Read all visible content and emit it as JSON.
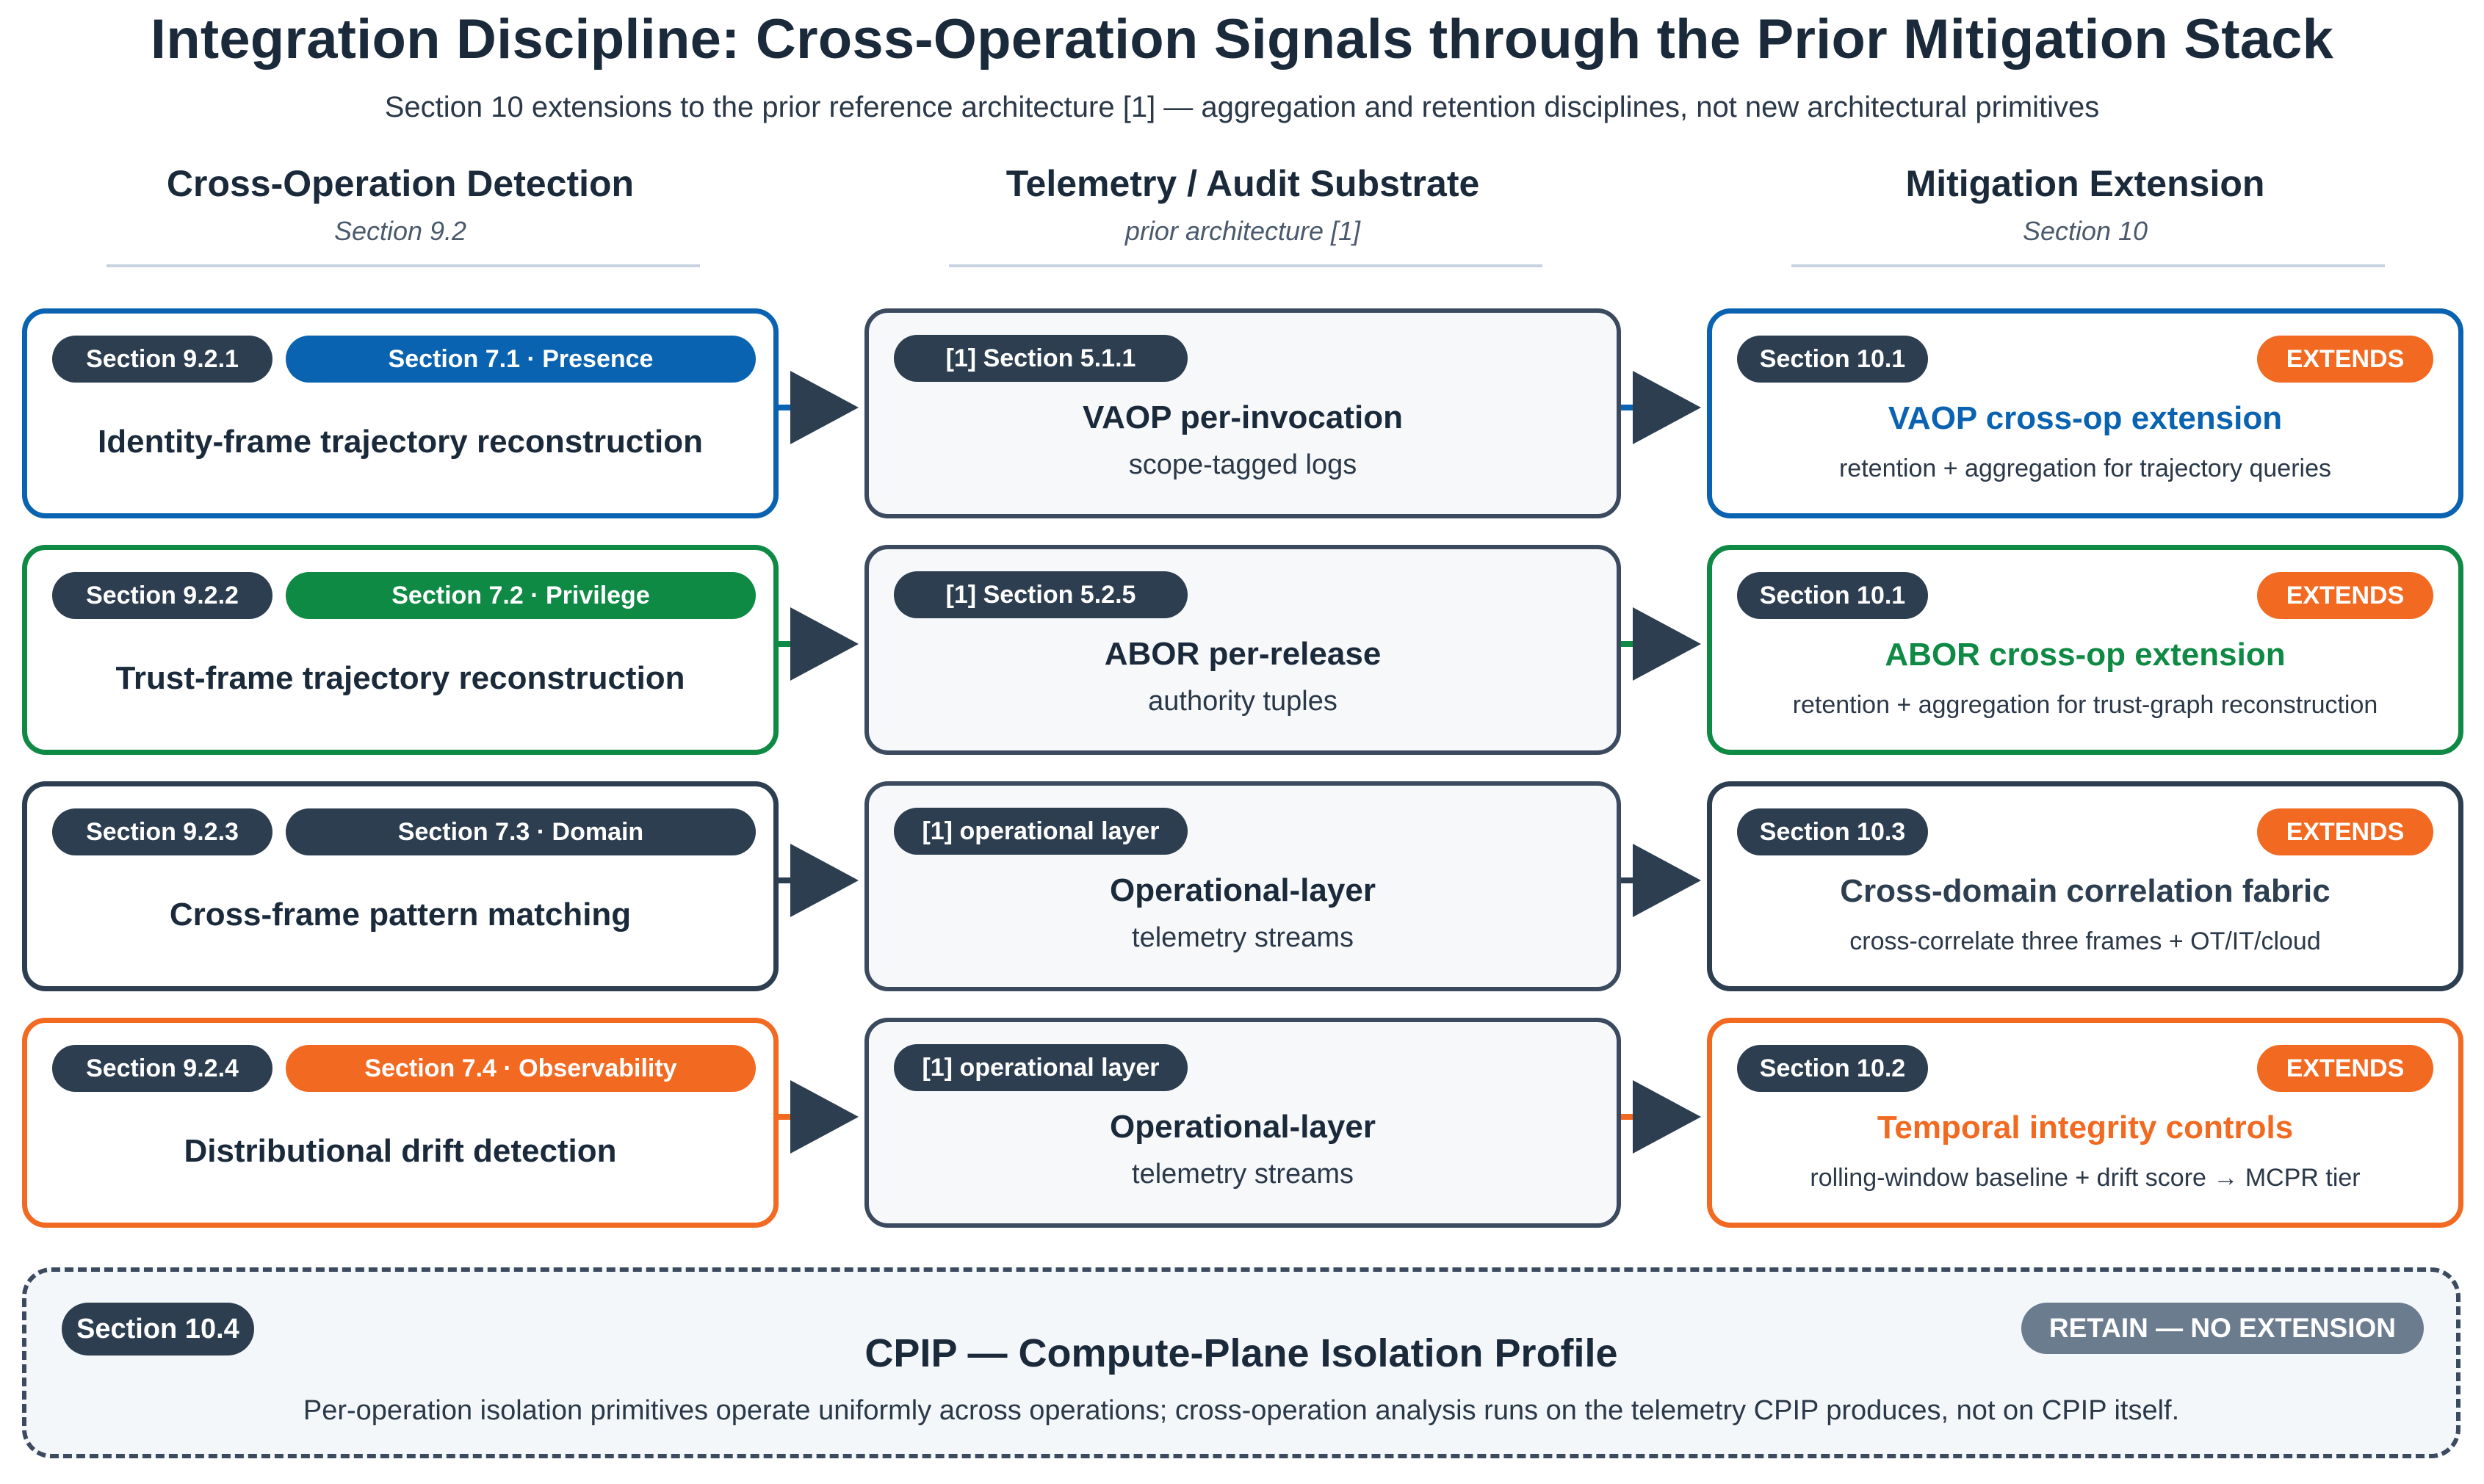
{
  "title": "Integration Discipline: Cross-Operation Signals through the Prior Mitigation Stack",
  "subtitle": "Section 10 extensions to the prior reference architecture [1] — aggregation and retention disciplines, not new architectural primitives",
  "columns": [
    {
      "heading": "Cross-Operation Detection",
      "sub": "Section 9.2"
    },
    {
      "heading": "Telemetry / Audit Substrate",
      "sub": "prior architecture [1]"
    },
    {
      "heading": "Mitigation Extension",
      "sub": "Section 10"
    }
  ],
  "rows": [
    {
      "color": "#0a63b0",
      "left": {
        "section": "Section 9.2.1",
        "tag": "Section 7.1 · Presence",
        "title": "Identity-frame trajectory reconstruction"
      },
      "mid": {
        "badge": "[1] Section 5.1.1",
        "title": "VAOP per-invocation",
        "sub": "scope-tagged logs"
      },
      "right": {
        "section": "Section 10.1",
        "badge": "EXTENDS",
        "title": "VAOP cross-op extension",
        "sub": "retention + aggregation for trajectory queries"
      }
    },
    {
      "color": "#0e8a45",
      "left": {
        "section": "Section 9.2.2",
        "tag": "Section 7.2 · Privilege",
        "title": "Trust-frame trajectory reconstruction"
      },
      "mid": {
        "badge": "[1] Section 5.2.5",
        "title": "ABOR per-release",
        "sub": "authority tuples"
      },
      "right": {
        "section": "Section 10.1",
        "badge": "EXTENDS",
        "title": "ABOR cross-op extension",
        "sub": "retention + aggregation for trust-graph reconstruction"
      }
    },
    {
      "color": "#2c3e50",
      "left": {
        "section": "Section 9.2.3",
        "tag": "Section 7.3 · Domain",
        "title": "Cross-frame pattern matching"
      },
      "mid": {
        "badge": "[1] operational layer",
        "title": "Operational-layer",
        "sub": "telemetry streams"
      },
      "right": {
        "section": "Section 10.3",
        "badge": "EXTENDS",
        "title": "Cross-domain correlation fabric",
        "sub": "cross-correlate three frames + OT/IT/cloud"
      }
    },
    {
      "color": "#f26a21",
      "left": {
        "section": "Section 9.2.4",
        "tag": "Section 7.4 · Observability",
        "title": "Distributional drift detection"
      },
      "mid": {
        "badge": "[1] operational layer",
        "title": "Operational-layer",
        "sub": "telemetry streams"
      },
      "right": {
        "section": "Section 10.2",
        "badge": "EXTENDS",
        "title": "Temporal integrity controls",
        "sub": "rolling-window baseline + drift score → MCPR tier"
      }
    }
  ],
  "cpip": {
    "section": "Section 10.4",
    "badge": "RETAIN — NO EXTENSION",
    "title": "CPIP — Compute-Plane Isolation Profile",
    "desc": "Per-operation isolation primitives operate uniformly across operations; cross-operation analysis runs on the telemetry CPIP produces, not on CPIP itself."
  },
  "arrow_color": "#2c3e50",
  "mid_border_color": "#3b4a5e"
}
